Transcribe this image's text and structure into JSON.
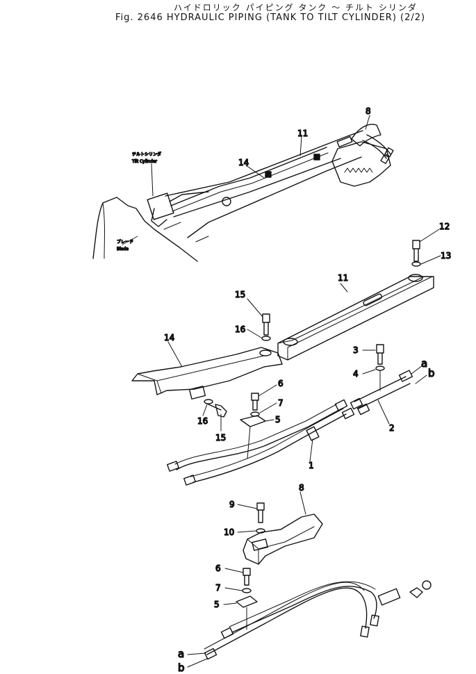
{
  "title": {
    "japanese": "ハイドロリック パイピング タンク ～ チルト シリンダ",
    "english": "Fig. 2646 HYDRAULIC PIPING (TANK TO TILT CYLINDER) (2/2)"
  },
  "labels": {
    "tilt_cylinder_jp": "チルトシリンダ",
    "tilt_cylinder_en": "Tilt Cylinder",
    "blade_jp": "ブレード",
    "blade_en": "Blade"
  },
  "callouts": {
    "c8_top": "8",
    "c11_top": "11",
    "c14_top": "14",
    "c12": "12",
    "c13": "13",
    "c11": "11",
    "c15_a": "15",
    "c16_a": "16",
    "c14": "14",
    "c3": "3",
    "c4": "4",
    "c6_a": "6",
    "c7_a": "7",
    "c5_a": "5",
    "c16_b": "16",
    "c15_b": "15",
    "c2": "2",
    "c1": "1",
    "c8": "8",
    "c9": "9",
    "c10": "10",
    "c6_b": "6",
    "c7_b": "7",
    "c5_b": "5"
  },
  "connection_letters": {
    "a_top": "a",
    "b_top": "b",
    "a_bottom": "a",
    "b_bottom": "b"
  }
}
